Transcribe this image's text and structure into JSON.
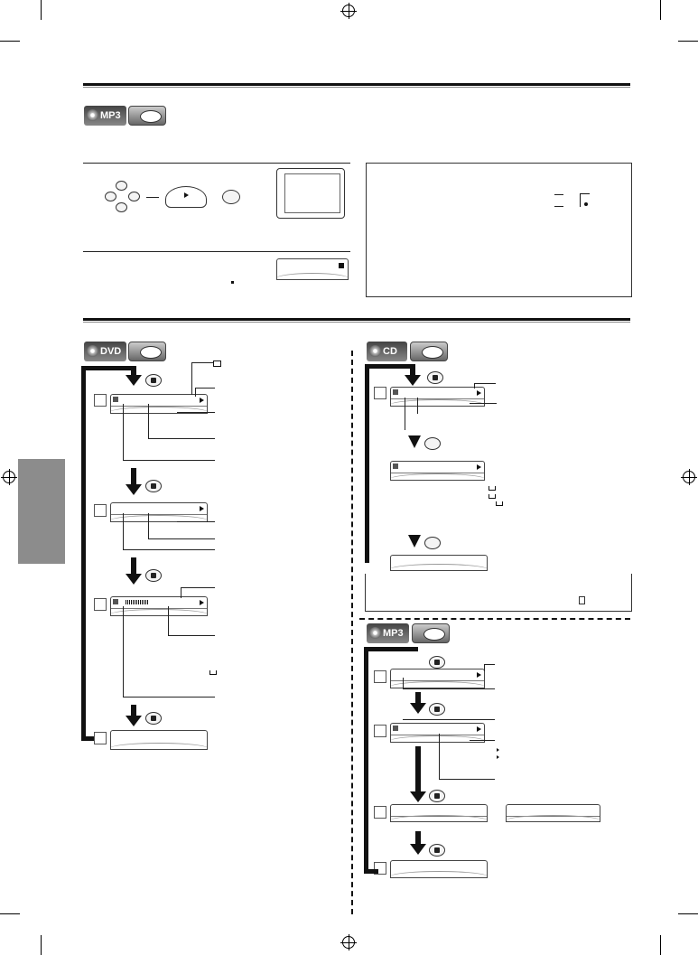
{
  "logos": {
    "mp3_top": "MP3",
    "dvd": "DVD",
    "cd": "CD",
    "mp3_bottom": "MP3"
  },
  "icons": {
    "registration": "registration-mark-icon",
    "remote": "remote-control-icon",
    "play": "play-icon",
    "stop": "stop-icon",
    "repeat": "repeat-icon",
    "camera": "camera-angle-icon"
  },
  "colors": {
    "rule": "#111111",
    "tab": "#8c8c8c"
  }
}
